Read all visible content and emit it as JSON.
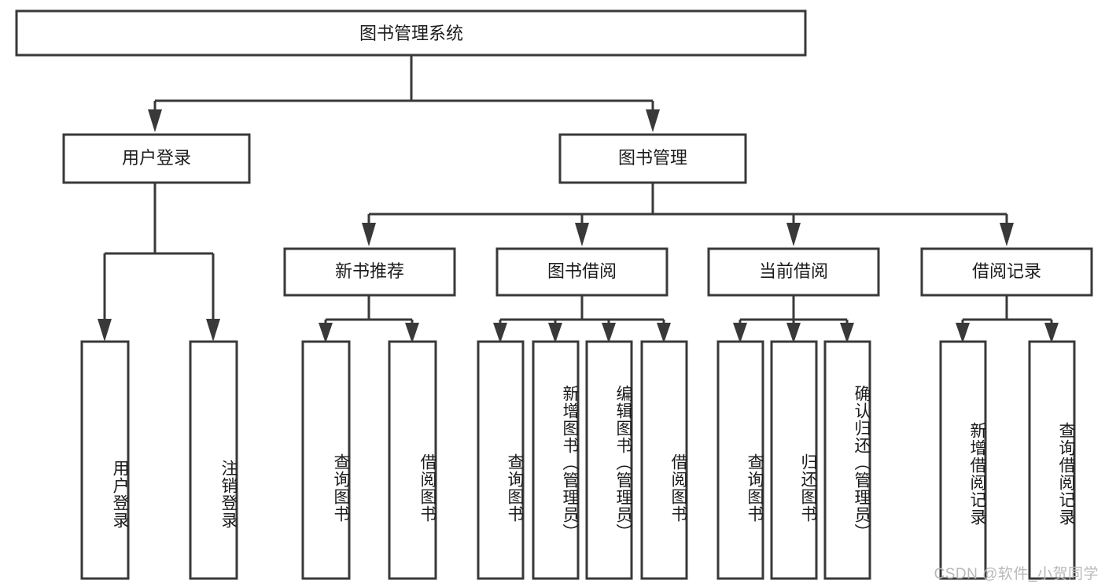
{
  "diagram": {
    "type": "tree",
    "title": "图书管理系统",
    "watermark": "CSDN @软件_小贺同学",
    "colors": {
      "stroke": "#393939",
      "fill": "#ffffff",
      "text": "#1b1b1b",
      "watermark": "#b9b9b9"
    },
    "root": {
      "label": "图书管理系统"
    },
    "level2": [
      {
        "label": "用户登录"
      },
      {
        "label": "图书管理"
      }
    ],
    "level3": [
      {
        "label": "新书推荐"
      },
      {
        "label": "图书借阅"
      },
      {
        "label": "当前借阅"
      },
      {
        "label": "借阅记录"
      }
    ],
    "leaves": {
      "user_login": [
        {
          "label": "用户登录"
        },
        {
          "label": "注销登录"
        }
      ],
      "new_book": [
        {
          "label": "查询图书"
        },
        {
          "label": "借阅图书"
        }
      ],
      "book_borrow": [
        {
          "label": "查询图书"
        },
        {
          "label": "新增图书（管理员）"
        },
        {
          "label": "编辑图书（管理员）"
        },
        {
          "label": "借阅图书"
        }
      ],
      "current_borrow": [
        {
          "label": "查询图书"
        },
        {
          "label": "归还图书"
        },
        {
          "label": "确认归还（管理员）"
        }
      ],
      "borrow_record": [
        {
          "label": "新增借阅记录"
        },
        {
          "label": "查询借阅记录"
        }
      ]
    }
  }
}
